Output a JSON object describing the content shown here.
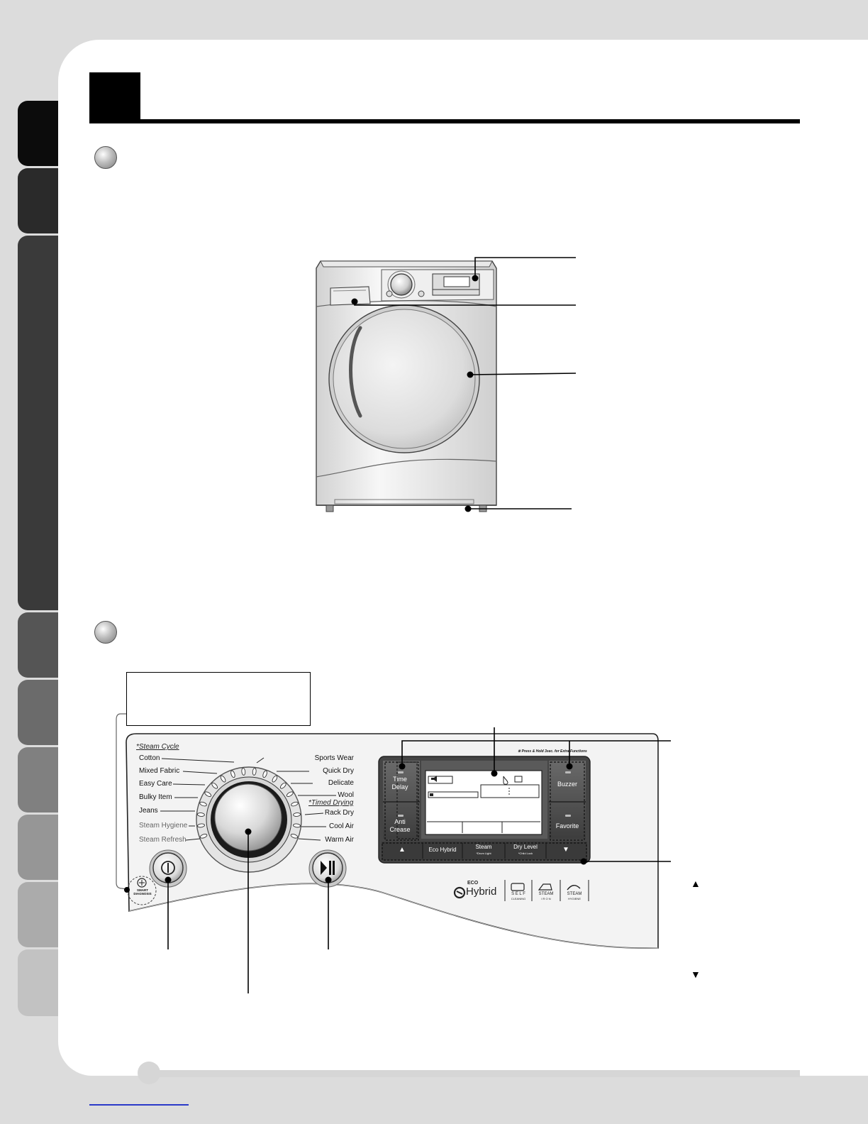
{
  "dial": {
    "steam_cycle_label": "*Steam Cycle",
    "timed_drying_label": "*Timed Drying",
    "left_programs": [
      "Cotton",
      "Mixed Fabric",
      "Easy Care",
      "Bulky Item",
      "Jeans",
      "Steam Hygiene",
      "Steam Refresh"
    ],
    "right_programs": [
      "Sports Wear",
      "Quick Dry",
      "Delicate",
      "Wool"
    ],
    "timed_programs": [
      "Rack Dry",
      "Cool Air",
      "Warm Air"
    ]
  },
  "panel": {
    "note": "※ Press & Hold 3sec. for Extra Functions",
    "time_delay": [
      "Time",
      "Delay"
    ],
    "anti_crease": [
      "Anti",
      "Crease"
    ],
    "buzzer": "Buzzer",
    "favorite": "Favorite",
    "eco_hybrid": "Eco Hybrid",
    "steam": "Steam",
    "steam_sub": "*Drum Light",
    "dry_level": "Dry Level",
    "dry_level_sub": "*Child Lock",
    "up_arrow": "▲",
    "down_arrow": "▼"
  },
  "logos": {
    "eco": "ECO",
    "hybrid": "Hybrid",
    "self": "S E L F",
    "cleaning": "CLEANING",
    "steam1": "STEAM",
    "iron": "I R O N",
    "steam2": "STEAM",
    "hygiene": "HYGIENE",
    "smart_diagnosis": [
      "SMART",
      "DIAGNOSIS"
    ]
  },
  "legend": {
    "up": "▲",
    "down": "▼"
  }
}
